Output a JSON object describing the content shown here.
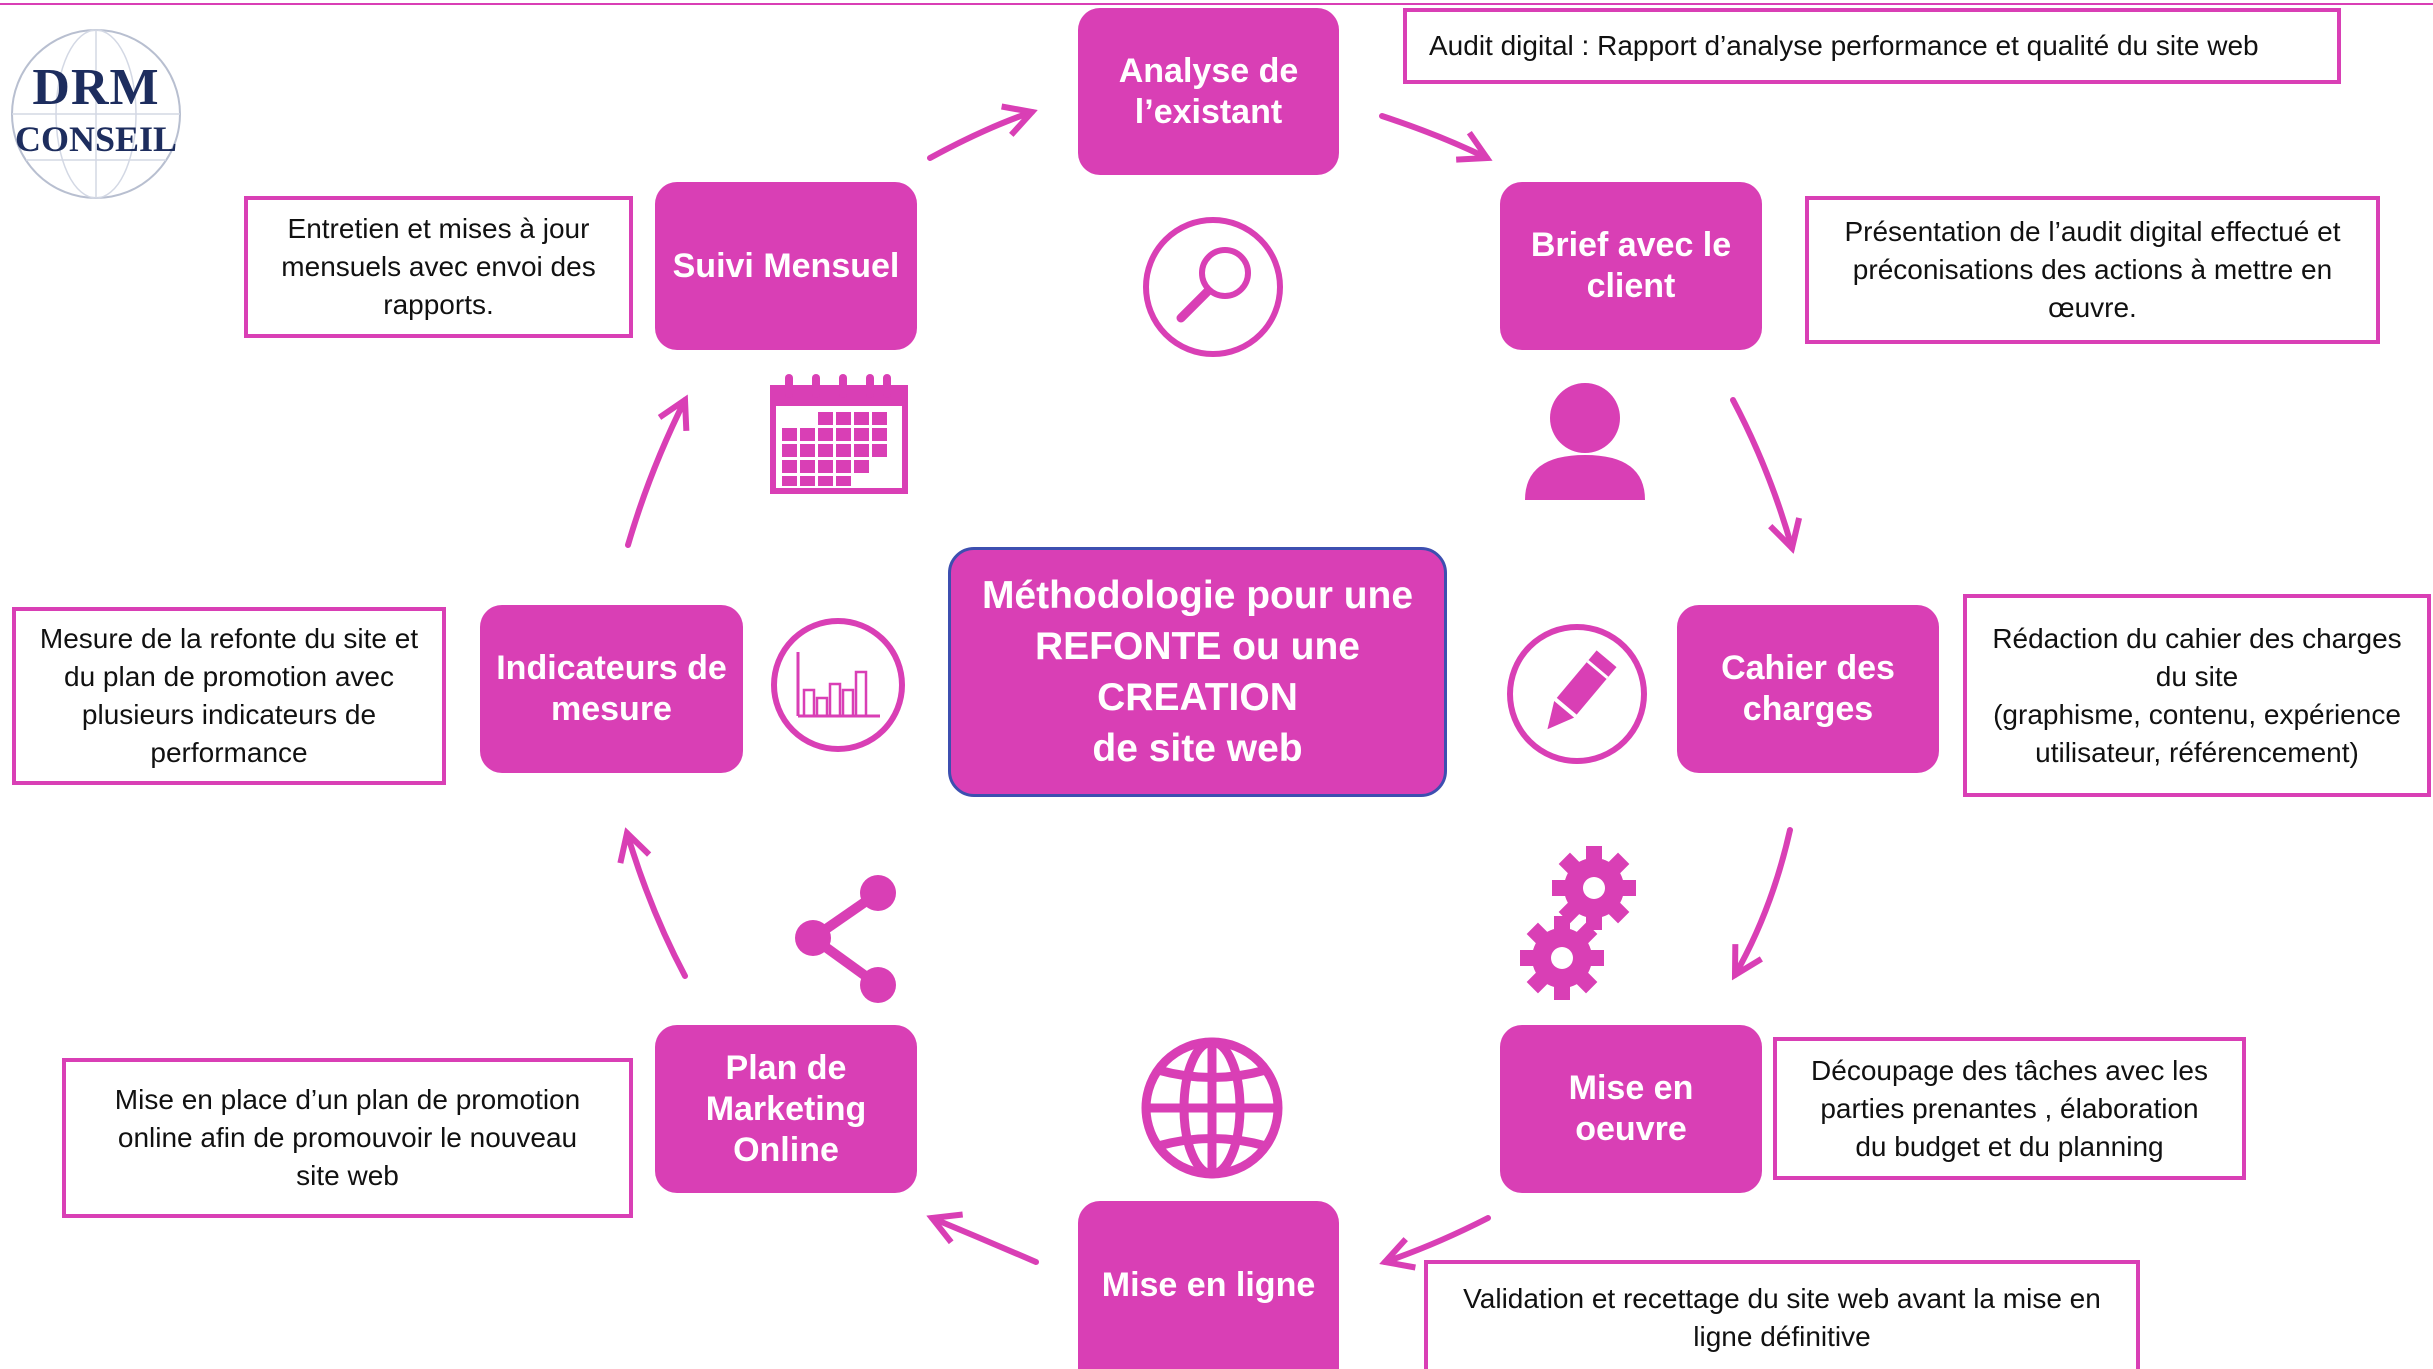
{
  "logo": {
    "line1": "DRM",
    "line2": "CONSEIL"
  },
  "center_title": "Méthodologie pour une\nREFONTE ou une\nCREATION\nde site web",
  "steps": {
    "analyse": "Analyse de\nl’existant",
    "brief": "Brief avec le\nclient",
    "cahier": "Cahier des\ncharges",
    "mise_oeuvre": "Mise en\noeuvre",
    "mise_ligne": "Mise en ligne",
    "marketing": "Plan de\nMarketing\nOnline",
    "indicateurs": "Indicateurs de\nmesure",
    "suivi": "Suivi Mensuel"
  },
  "notes": {
    "audit": "Audit digital : Rapport d’analyse performance et qualité du site web",
    "presentation": "Présentation de l’audit digital effectué et\npréconisations des actions à mettre en\nœuvre.",
    "redaction": "Rédaction du cahier des charges\ndu site\n(graphisme, contenu, expérience\nutilisateur, référencement)",
    "decoupage": "Découpage des tâches avec les\nparties prenantes , élaboration\ndu budget et du planning",
    "validation": "Validation et recettage du site web avant la mise en\nligne définitive",
    "promotion": "Mise en place d’un plan de promotion\nonline afin de promouvoir le nouveau\nsite web",
    "mesure": "Mesure de la refonte du site et\ndu plan de promotion avec\nplusieurs indicateurs de\nperformance",
    "entretien": "Entretien et mises à jour\nmensuels avec envoi des\nrapports."
  },
  "icons": [
    "magnifier-icon",
    "user-icon",
    "pencil-icon",
    "gears-icon",
    "globe-icon",
    "share-icon",
    "bar-chart-icon",
    "calendar-icon"
  ],
  "colors": {
    "accent": "#d93fb5",
    "center_border": "#3d4fb0",
    "logo_text": "#1d2d5e"
  }
}
